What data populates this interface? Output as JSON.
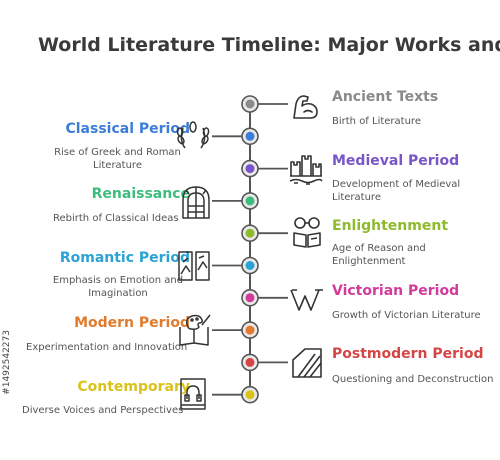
{
  "title": "World Literature Timeline: Major Works and Mov",
  "stock_id": "#1492542273",
  "colors": {
    "line": "#555555",
    "node_outer": "#e9e9e9"
  },
  "left_items": [
    {
      "label": "Classical Period",
      "desc": "Rise of Greek and Roman Literature",
      "color": "#3b7dd8",
      "icon": "laurel-wreath-icon"
    },
    {
      "label": "Renaissance",
      "desc": "Rebirth of Classical Ideas",
      "color": "#3dbd7d",
      "icon": "arched-window-icon"
    },
    {
      "label": "Romantic Period",
      "desc": "Emphasis on Emotion and Imagination",
      "color": "#2aa3d4",
      "icon": "painting-panels-icon"
    },
    {
      "label": "Modern Period",
      "desc": "Experimentation and Innovation",
      "color": "#e07b2e",
      "icon": "palette-book-icon"
    },
    {
      "label": "Contemporary",
      "desc": "Diverse Voices and Perspectives",
      "color": "#d9c21a",
      "icon": "headphones-book-icon"
    }
  ],
  "right_items": [
    {
      "label": "Ancient Texts",
      "desc": "Birth of Literature",
      "color": "#8a8a8a",
      "icon": "flexed-arm-icon"
    },
    {
      "label": "Medieval Period",
      "desc": "Development of Medieval Literature",
      "color": "#7a55c8",
      "icon": "castle-icon"
    },
    {
      "label": "Enlightenment",
      "desc": "Age of Reason and Enlightenment",
      "color": "#8dbb2c",
      "icon": "glasses-book-icon"
    },
    {
      "label": "Victorian Period",
      "desc": "Growth of Victorian Literature",
      "color": "#d23b9a",
      "icon": "letter-w-icon"
    },
    {
      "label": "Postmodern Period",
      "desc": "Questioning and Deconstruction",
      "color": "#d64545",
      "icon": "striped-shape-icon"
    }
  ],
  "nodes": [
    "#8a8a8a",
    "#3b7dd8",
    "#7a55c8",
    "#3dbd7d",
    "#8dbb2c",
    "#2aa3d4",
    "#d23b9a",
    "#e07b2e",
    "#d64545",
    "#d9c21a"
  ]
}
